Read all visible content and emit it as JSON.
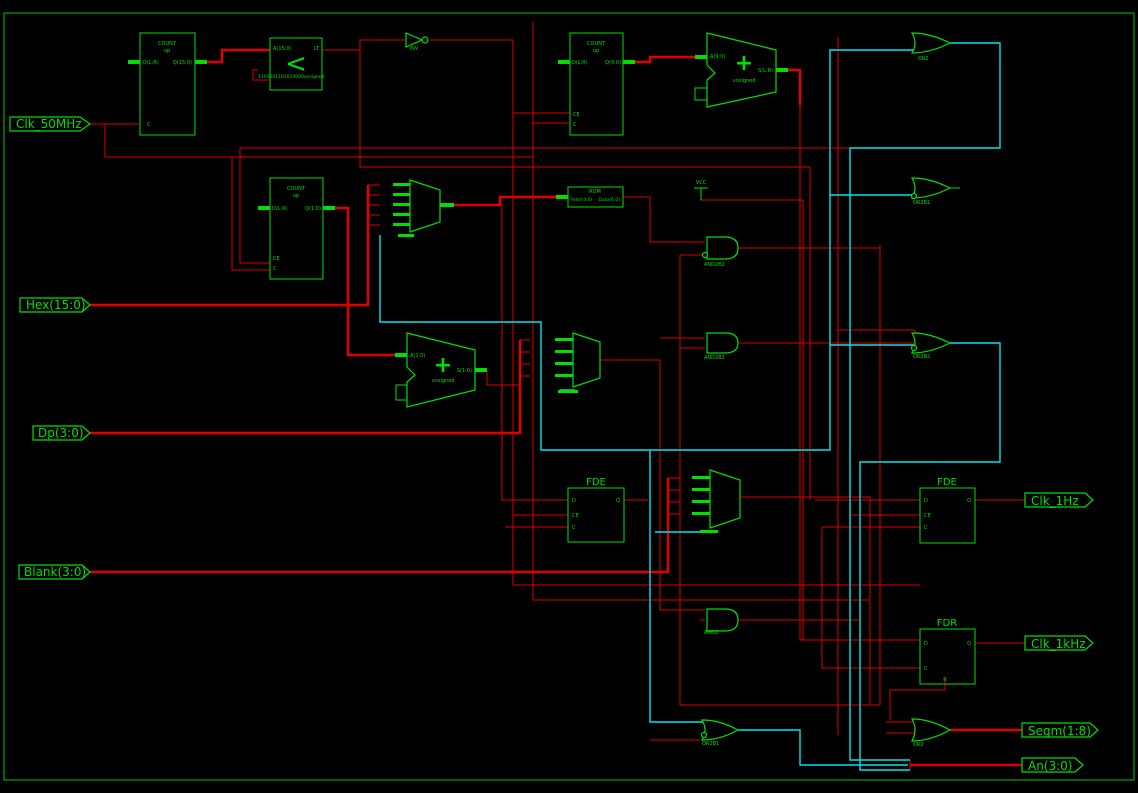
{
  "ports": {
    "clk_50mhz": "Clk_50MHz",
    "hex": "Hex(15:0)",
    "dp": "Dp(3:0)",
    "blank": "Blank(3:0)",
    "clk_1hz": "Clk_1Hz",
    "clk_1khz": "Clk_1kHz",
    "segm": "Segm(1:8)",
    "an": "An(3:0)"
  },
  "blocks": {
    "counter1": {
      "title": "COUNT",
      "sub": "up",
      "in": "D(L:R)",
      "out": "Q(15:0)",
      "clk": "C"
    },
    "comparator": {
      "op": "<",
      "in": "A(15:0)",
      "out": "LT",
      "const": "1100001101010000unsigned"
    },
    "inverter": {
      "label": "INV"
    },
    "counter2": {
      "title": "COUNT",
      "sub": "up",
      "in": "D(L:R)",
      "out": "Q(9:0)",
      "ce": "CE",
      "clk": "C"
    },
    "adder1": {
      "op": "+",
      "in": "A(9:0)",
      "out": "S(L:R)",
      "mode": "unsigned"
    },
    "counter3": {
      "title": "COUNT",
      "sub": "up",
      "in": "D(L:R)",
      "out": "Q(1:0)",
      "ce": "CE",
      "clk": "C"
    },
    "rom": {
      "title": "ROM",
      "in": "Addr(3:0)",
      "out": "Data(6:0)"
    },
    "vcc": {
      "label": "VCC"
    },
    "adder2": {
      "op": "+",
      "in": "A(1:0)",
      "out": "S(1:0)",
      "mode": "unsigned"
    },
    "fde1": {
      "title": "FDE",
      "d": "D",
      "q": "Q",
      "ce": "CE",
      "c": "C"
    },
    "fde2": {
      "title": "FDE",
      "d": "D",
      "q": "Q",
      "ce": "CE",
      "c": "C"
    },
    "fdr": {
      "title": "FDR",
      "d": "D",
      "q": "Q",
      "c": "C",
      "r": "R"
    }
  },
  "gates": {
    "or_top": "OR2",
    "or_mid": "OR2B1",
    "and_a": "AND2B2",
    "and_b": "AND2B1",
    "or_c": "OR2B2",
    "and_low": "AND2",
    "or_bot": "OR2B1",
    "or_out": "OR2"
  }
}
